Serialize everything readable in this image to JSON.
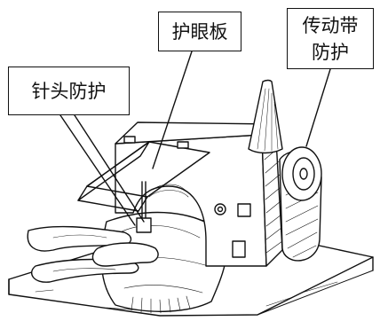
{
  "labels": {
    "eye_guard": "护眼板",
    "needle_guard": "针头防护",
    "belt_guard_line1": "传动带",
    "belt_guard_line2": "防护"
  },
  "colors": {
    "ink": "#111111",
    "background": "#ffffff"
  }
}
